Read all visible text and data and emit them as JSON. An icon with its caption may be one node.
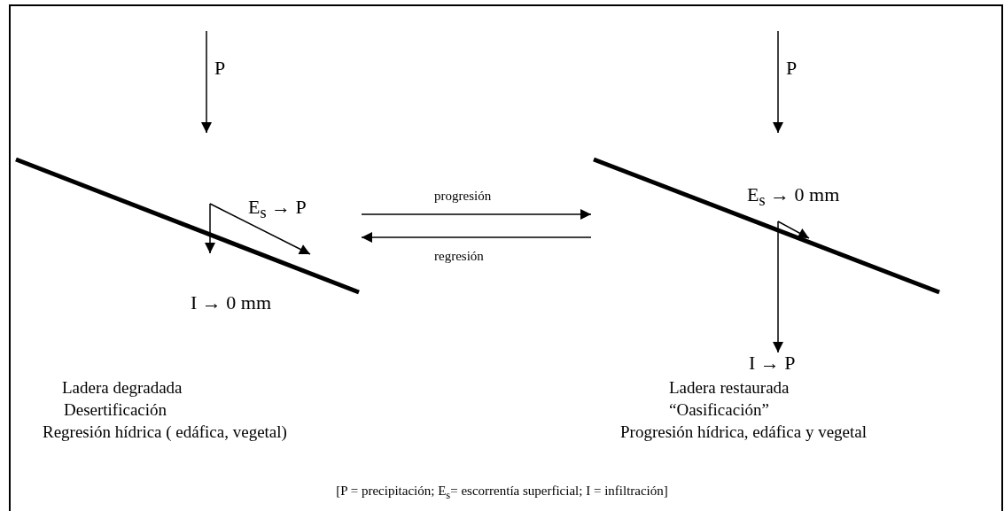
{
  "diagram": {
    "caption": "[P = precipitación;  E$_{s}$= escorrentía superficial;  I = infiltración]",
    "nodes": [
      {
        "text": [
          "Ladera degradada",
          "Desertificación",
          "Regresión hídrica ( edáfica, vegetal)"
        ]
      },
      {
        "text": [
          "Ladera restaurada",
          "“Oasificación”",
          "Progresión hídrica, edáfica y vegetal"
        ]
      }
    ],
    "edges": [
      {
        "from": 0,
        "to": 1,
        "arrow": "to",
        "label": "progresión"
      },
      {
        "from": 1,
        "to": 0,
        "arrow": "to",
        "label": "regresión"
      }
    ],
    "labels": [
      "P",
      "E$_{s}$ → P",
      "I → 0 mm",
      "P",
      "E$_{s}$ → 0 mm",
      "I → P"
    ]
  }
}
